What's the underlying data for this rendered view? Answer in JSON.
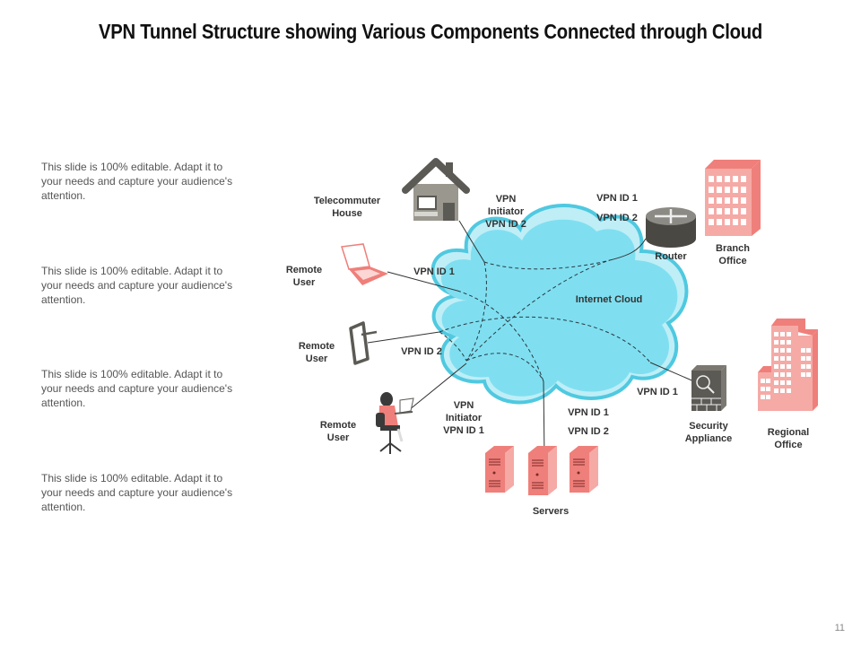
{
  "title": "VPN Tunnel Structure showing Various Components Connected through Cloud",
  "notes": [
    "This slide is 100% editable. Adapt it to your needs and capture your audience's attention.",
    "This slide is 100% editable. Adapt it to your needs and capture your audience's attention.",
    "This slide is 100% editable. Adapt it to your needs and capture your audience's attention.",
    "This slide is 100% editable. Adapt it to your needs and capture your audience's attention."
  ],
  "page_number": "11",
  "colors": {
    "cloud": "#7fdff0",
    "cloud_outline": "#4fc9e0",
    "coral": "#ef7f7a",
    "coral_light": "#f5aaa6",
    "dark_gray": "#5c5a55",
    "gray": "#9a978f"
  },
  "diagram": {
    "cloud_label": "Internet Cloud",
    "nodes": {
      "telecommuter": [
        "Telecommuter",
        "House"
      ],
      "remote_user_1": [
        "Remote",
        "User"
      ],
      "remote_user_2": [
        "Remote",
        "User"
      ],
      "remote_user_3": [
        "Remote",
        "User"
      ],
      "router": [
        "Router"
      ],
      "branch_office": [
        "Branch",
        "Office"
      ],
      "security_appliance": [
        "Security",
        "Appliance"
      ],
      "regional_office": [
        "Regional",
        "Office"
      ],
      "servers": [
        "Servers"
      ]
    },
    "link_labels": {
      "vpn_initiator_2": [
        "VPN",
        "Initiator",
        "VPN ID 2"
      ],
      "router_ids": [
        "VPN ID 1",
        "VPN ID 2"
      ],
      "laptop_id": [
        "VPN ID 1"
      ],
      "tablet_id": [
        "VPN ID 2"
      ],
      "vpn_initiator_1": [
        "VPN",
        "Initiator",
        "VPN ID 1"
      ],
      "server_ids": [
        "VPN ID 1",
        "VPN ID 2"
      ],
      "security_id": [
        "VPN ID 1"
      ]
    }
  }
}
